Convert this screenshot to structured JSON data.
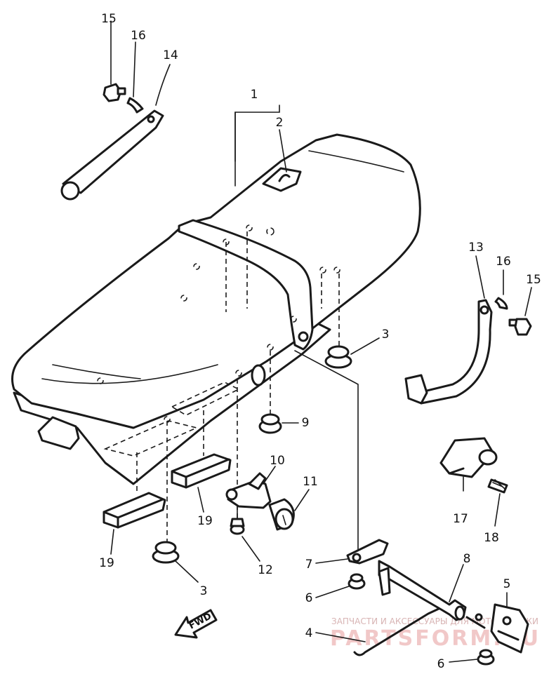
{
  "diagram": {
    "part_numbers": {
      "p1": "1",
      "p2": "2",
      "p3a": "3",
      "p3b": "3",
      "p4": "4",
      "p5": "5",
      "p6a": "6",
      "p6b": "6",
      "p7": "7",
      "p8": "8",
      "p9": "9",
      "p10": "10",
      "p11": "11",
      "p12": "12",
      "p13": "13",
      "p14": "14",
      "p15a": "15",
      "p15b": "15",
      "p16a": "16",
      "p16b": "16",
      "p17": "17",
      "p18": "18",
      "p19a": "19",
      "p19b": "19"
    },
    "direction_label": "FWD",
    "watermark": {
      "caption": "ЗАПЧАСТИ И АКСЕССУАРЫ ДЛЯ МОТОТЕХНИКИ",
      "logo": "PARTSFORM.RU"
    }
  }
}
